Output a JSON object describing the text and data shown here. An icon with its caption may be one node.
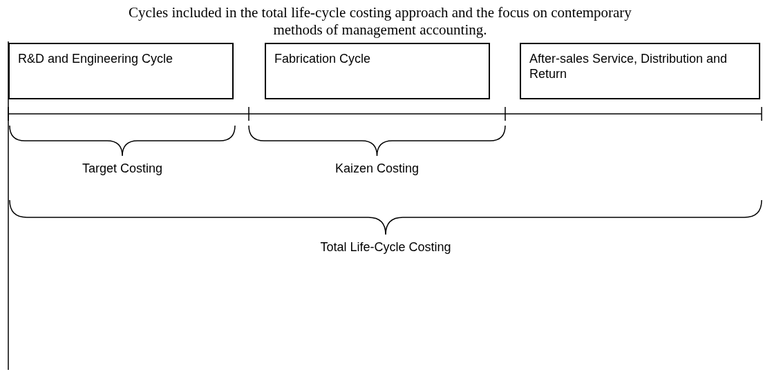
{
  "diagram": {
    "title": "Cycles included in the total life-cycle costing approach and the focus on contemporary methods of management accounting.",
    "nodes": [
      {
        "text": [
          "R&D and Engineering Cycle"
        ]
      },
      {
        "text": [
          "Fabrication Cycle"
        ]
      },
      {
        "text": [
          "After-sales Service, Distribution and Return"
        ]
      }
    ],
    "labels": [
      "Target Costing",
      "Kaizen Costing",
      "Total Life-Cycle Costing"
    ]
  }
}
